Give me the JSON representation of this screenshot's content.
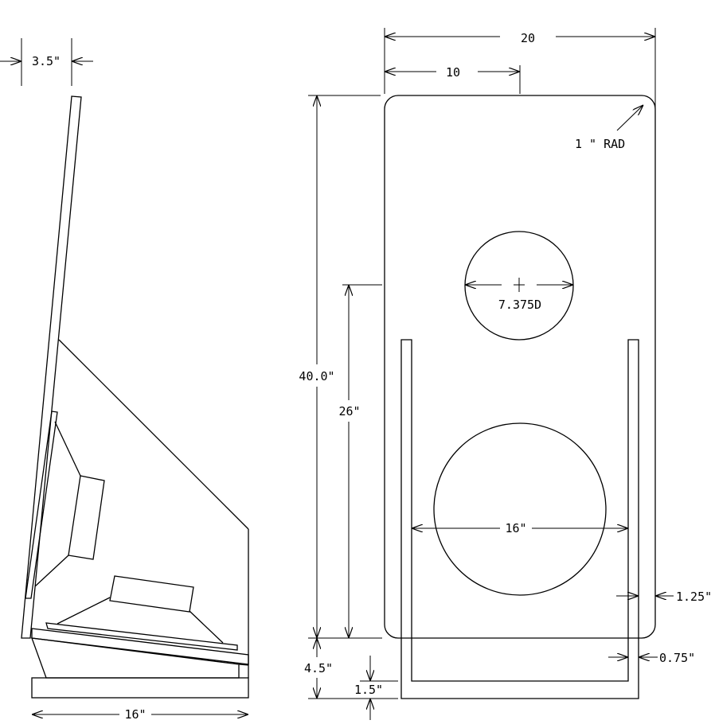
{
  "labels": {
    "side_top_thickness": "3.5\"",
    "side_bottom_width": "16\"",
    "overall_width": "20",
    "half_width": "10",
    "corner_radius": "1 \" RAD",
    "hole_small": "7.375D",
    "hole_large": "16\"",
    "overall_height": "40.0\"",
    "hole_center_height": "26\"",
    "base_height": "4.5\"",
    "base_inner": "1.5\"",
    "side_wall_outer": "1.25\"",
    "side_wall_inner": "0.75\""
  }
}
